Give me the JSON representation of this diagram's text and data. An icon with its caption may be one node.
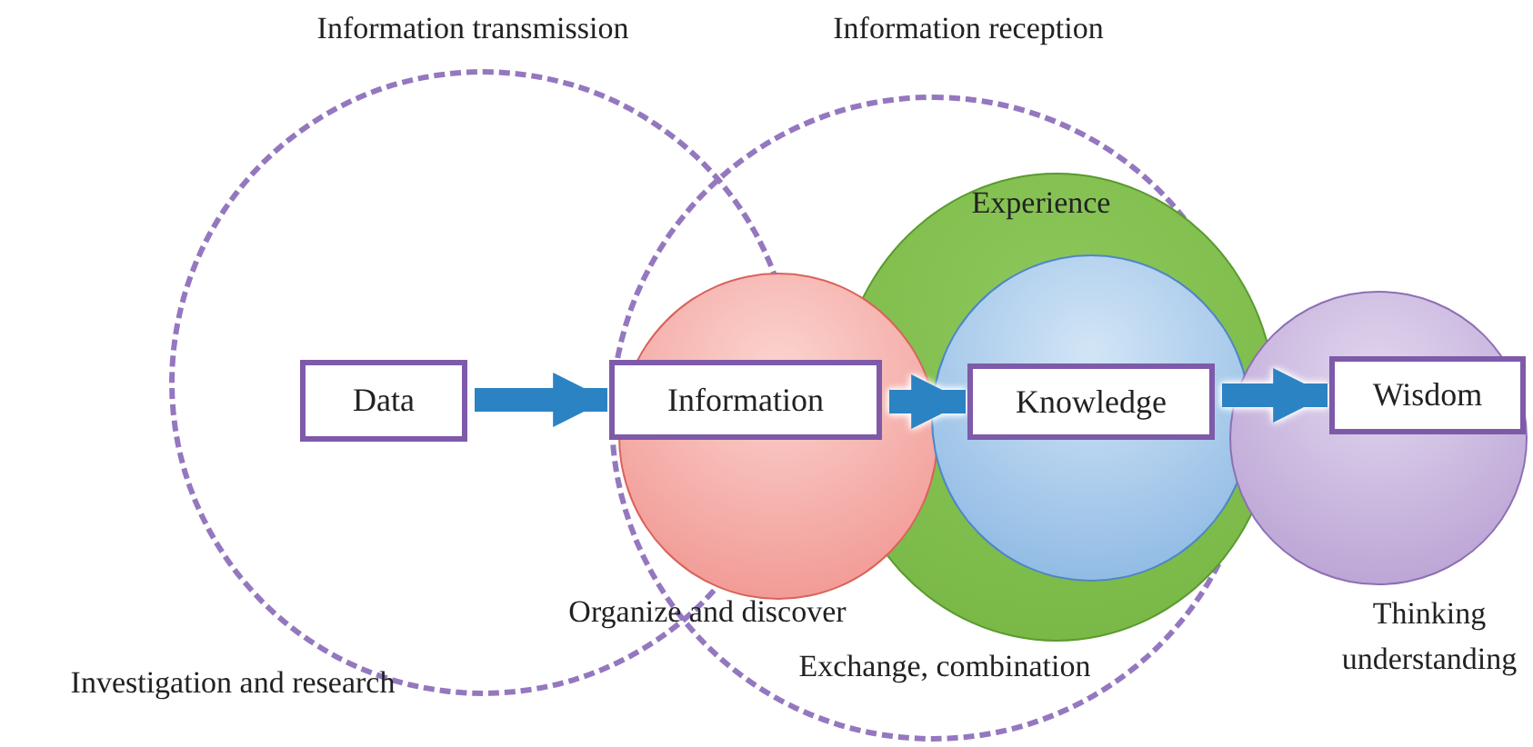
{
  "diagram": {
    "nodes": [
      {
        "text": [
          "Data"
        ]
      },
      {
        "text": [
          "Information"
        ]
      },
      {
        "text": [
          "Knowledge"
        ]
      },
      {
        "text": [
          "Wisdom"
        ]
      }
    ],
    "edges": [
      {
        "from": 0,
        "to": 1,
        "arrow": "to"
      },
      {
        "from": 1,
        "to": 2,
        "arrow": "to"
      },
      {
        "from": 2,
        "to": 3,
        "arrow": "to"
      }
    ],
    "labels": [
      "Information transmission",
      "Information reception",
      "Experience",
      "Organize and discover",
      "Thinking understanding",
      "Exchange, combination",
      "Investigation and research"
    ]
  }
}
